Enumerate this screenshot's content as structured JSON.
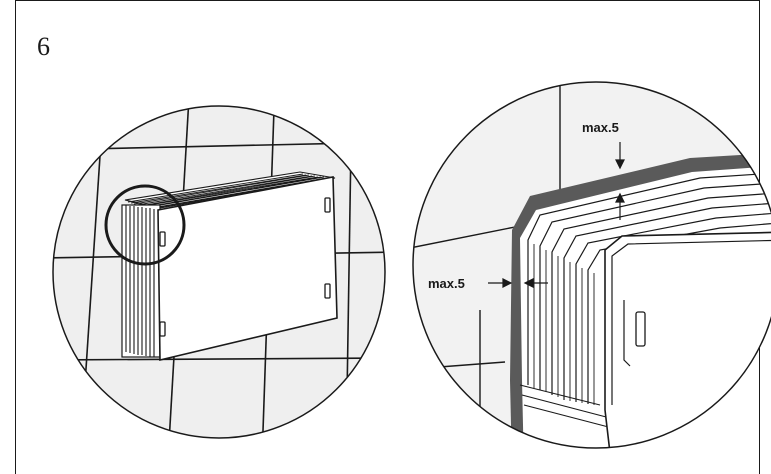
{
  "step_number": "6",
  "labels": {
    "top_gap": "max.5",
    "side_gap": "max.5"
  },
  "colors": {
    "line": "#1a1a1a",
    "wall_background": "#ececec",
    "gap_highlight": "#5a5a5a"
  }
}
